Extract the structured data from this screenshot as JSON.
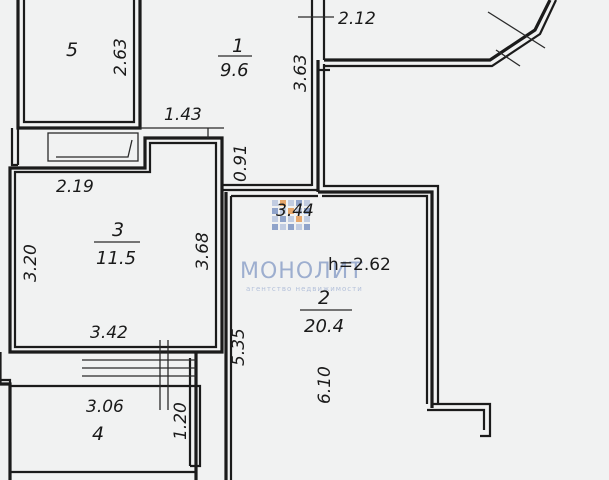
{
  "plan": {
    "ceiling_height": "h=2.62",
    "rooms": [
      {
        "id": "1",
        "number": "1",
        "area": "9.6"
      },
      {
        "id": "2",
        "number": "2",
        "area": "20.4"
      },
      {
        "id": "3",
        "number": "3",
        "area": "11.5"
      },
      {
        "id": "4",
        "number": "4"
      },
      {
        "id": "5",
        "number": "5"
      }
    ],
    "dimensions": {
      "d_212": "2.12",
      "d_263": "2.63",
      "d_363": "3.63",
      "d_143": "1.43",
      "d_091": "0.91",
      "d_219": "2.19",
      "d_344": "3.44",
      "d_320": "3.20",
      "d_368": "3.68",
      "d_342": "3.42",
      "d_535": "5.35",
      "d_306": "3.06",
      "d_120": "1.20",
      "d_610": "6.10"
    }
  },
  "watermark": {
    "brand": "МОНОЛИТ",
    "tagline": "агентство недвижимости",
    "colors": {
      "blue": "#7e96c4",
      "orange": "#e59a55",
      "light": "#b9c6df"
    }
  }
}
